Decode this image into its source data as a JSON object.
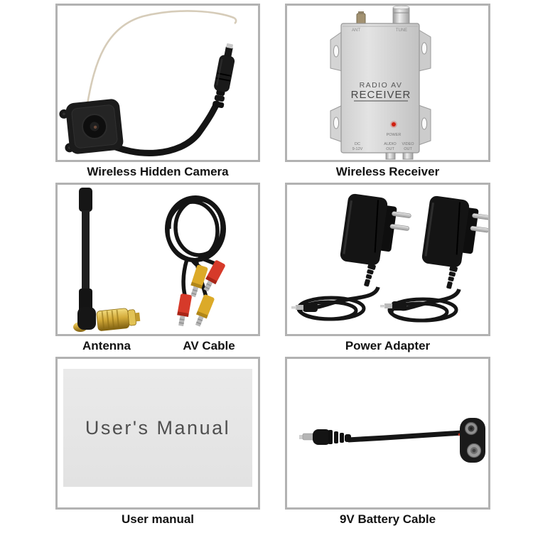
{
  "colors": {
    "panel_border": "#b2b2b2",
    "led_red": "#d01f10",
    "rca_red": "#d63a2a",
    "rca_yellow": "#dcaa28",
    "gold": "#d4ab3a",
    "antenna_wire": "#d6ccb9"
  },
  "captions": {
    "camera": "Wireless Hidden Camera",
    "receiver": "Wireless Receiver",
    "antenna": "Antenna",
    "av_cable": "AV Cable",
    "power_adapter": "Power Adapter",
    "manual": "User manual",
    "battery_cable": "9V Battery Cable"
  },
  "receiver": {
    "ant_label": "ANT",
    "tune_label": "TUNE",
    "title_line1": "RADIO AV",
    "title_line2": "RECEIVER",
    "power_label": "POWER",
    "dc_label_line1": "DC",
    "dc_label_line2": "9-12V",
    "audio_label_line1": "AUDIO",
    "audio_label_line2": "OUT",
    "video_label_line1": "VIDEO",
    "video_label_line2": "OUT"
  },
  "manual": {
    "cover_title": "User's Manual"
  }
}
